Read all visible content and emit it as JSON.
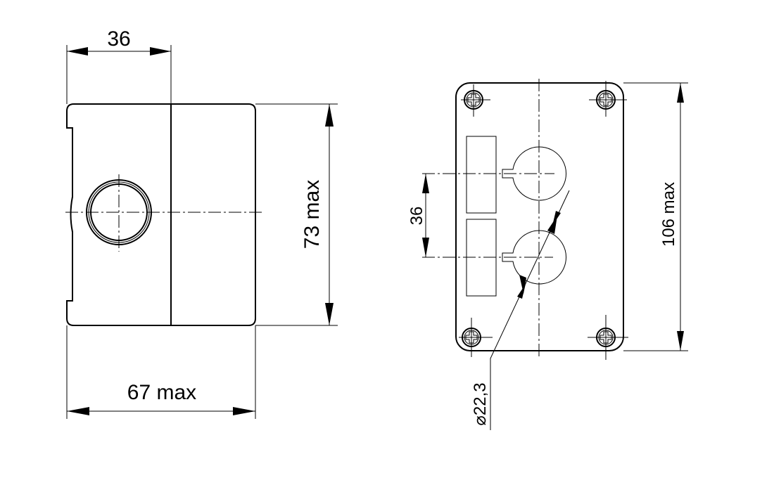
{
  "side_view": {
    "width_dim": "36",
    "height_dim": "73 max",
    "depth_dim": "67 max"
  },
  "front_view": {
    "spacing_dim": "36",
    "height_dim": "106 max",
    "hole_dim": "⌀22,3"
  }
}
